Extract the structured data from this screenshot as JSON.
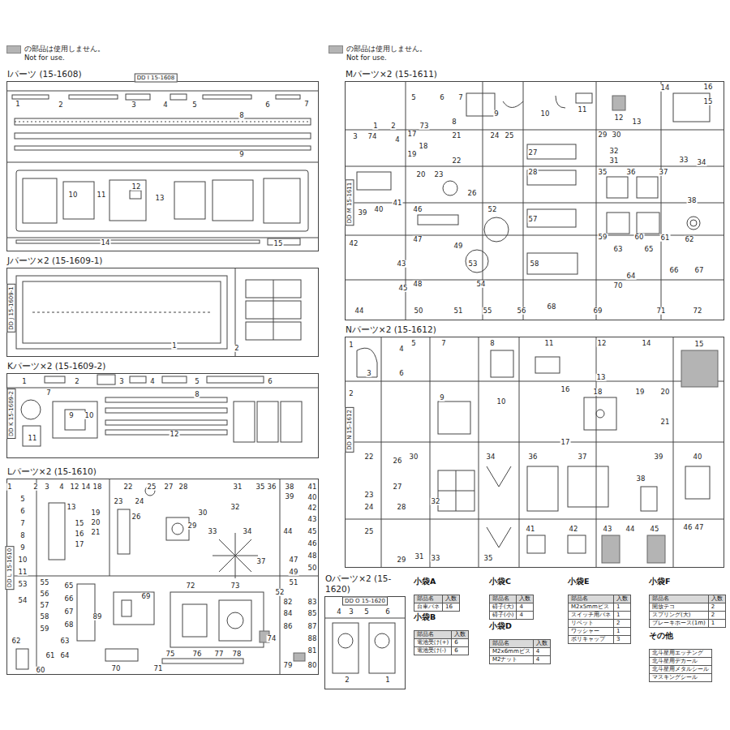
{
  "diagram": {
    "nodes": [
      {
        "text": [
          "Iパーツ (15-1608)"
        ]
      },
      {
        "text": [
          "Jパーツ×2 (15-1609-1)"
        ]
      },
      {
        "text": [
          "Kパーツ×2 (15-1609-2)"
        ]
      },
      {
        "text": [
          "Lパーツ×2 (15-1610)"
        ]
      },
      {
        "text": [
          "Mパーツ×2 (15-1611)"
        ]
      },
      {
        "text": [
          "Nパーツ×2 (15-1612)"
        ]
      },
      {
        "text": [
          "Oパーツ×2 (15-1620)"
        ]
      },
      {
        "text": [
          "小袋A",
          "部品名",
          "入数",
          "台車バネ",
          "16"
        ]
      },
      {
        "text": [
          "小袋B",
          "部品名",
          "入数",
          "電池受け(+)",
          "6",
          "電池受け(-)",
          "6"
        ]
      },
      {
        "text": [
          "小袋C",
          "部品名",
          "入数",
          "碍子(大)",
          "4",
          "碍子(小)",
          "4"
        ]
      },
      {
        "text": [
          "小袋D",
          "部品名",
          "入数",
          "M2x6mmビス",
          "4",
          "M2ナット",
          "4"
        ]
      },
      {
        "text": [
          "小袋E",
          "部品名",
          "入数",
          "M2x5mmビス",
          "1",
          "スイッチ用バネ",
          "1",
          "リベット",
          "2",
          "ワッシャー",
          "1",
          "ポリキャップ",
          "3"
        ]
      },
      {
        "text": [
          "小袋F",
          "部品名",
          "入数",
          "開放テコ",
          "2",
          "スプリング(大)",
          "2",
          "ブレーキホース(1m)",
          "1"
        ]
      },
      {
        "text": [
          "その他",
          "北斗星用エッチング",
          "北斗星用デカール",
          "北斗星用メタルシール",
          "マスキングシール"
        ]
      }
    ],
    "labels": [
      "DD I 15-1608",
      "1",
      "2",
      "3",
      "4",
      "5",
      "6",
      "7",
      "8",
      "9",
      "10",
      "11",
      "12",
      "13",
      "14",
      "15",
      "DD J 15-1609-1",
      "1",
      "2",
      "DD K 15-1609-2",
      "1",
      "2",
      "3",
      "4",
      "5",
      "6",
      "7",
      "8",
      "9",
      "10",
      "11",
      "12",
      "DD L 15-1610",
      "1",
      "2",
      "3",
      "4",
      "5",
      "6",
      "7",
      "8",
      "9",
      "10",
      "11",
      "12",
      "13",
      "14",
      "15",
      "16",
      "17",
      "18",
      "19",
      "20",
      "21",
      "22",
      "23",
      "24",
      "25",
      "26",
      "27",
      "28",
      "29",
      "30",
      "31",
      "32",
      "33",
      "34",
      "35",
      "36",
      "37",
      "38",
      "39",
      "40",
      "41",
      "42",
      "43",
      "44",
      "45",
      "46",
      "47",
      "48",
      "49",
      "50",
      "51",
      "52",
      "53",
      "54",
      "55",
      "56",
      "57",
      "58",
      "59",
      "60",
      "61",
      "62",
      "63",
      "64",
      "65",
      "66",
      "67",
      "68",
      "69",
      "70",
      "71",
      "72",
      "73",
      "74",
      "75",
      "76",
      "77",
      "78",
      "79",
      "80",
      "81",
      "82",
      "83",
      "84",
      "85",
      "86",
      "87",
      "88",
      "89",
      "DD M 15-1611",
      "1",
      "2",
      "3",
      "4",
      "5",
      "6",
      "7",
      "8",
      "9",
      "10",
      "11",
      "12",
      "13",
      "14",
      "15",
      "16",
      "17",
      "18",
      "19",
      "20",
      "21",
      "22",
      "23",
      "24",
      "25",
      "26",
      "27",
      "28",
      "29",
      "30",
      "31",
      "32",
      "33",
      "34",
      "35",
      "36",
      "37",
      "38",
      "39",
      "40",
      "41",
      "42",
      "43",
      "44",
      "45",
      "46",
      "47",
      "48",
      "49",
      "50",
      "51",
      "52",
      "53",
      "54",
      "55",
      "56",
      "57",
      "58",
      "59",
      "60",
      "61",
      "62",
      "63",
      "64",
      "65",
      "66",
      "67",
      "68",
      "69",
      "70",
      "71",
      "72",
      "73",
      "74",
      "DD N 15-1612",
      "1",
      "2",
      "3",
      "4",
      "5",
      "6",
      "7",
      "8",
      "9",
      "10",
      "11",
      "12",
      "13",
      "14",
      "15",
      "16",
      "17",
      "18",
      "19",
      "20",
      "21",
      "22",
      "23",
      "24",
      "25",
      "26",
      "27",
      "28",
      "29",
      "30",
      "31",
      "32",
      "33",
      "34",
      "35",
      "36",
      "37",
      "38",
      "39",
      "40",
      "41",
      "42",
      "43",
      "44",
      "45",
      "46",
      "47",
      "DD O 15-1620",
      "1",
      "2",
      "3",
      "4",
      "5",
      "6"
    ],
    "legend": [
      {
        "text": "の部品は使用しません。 Not for use.",
        "color": "#b4b4b4"
      },
      {
        "text": "の部品は使用しません。 Not for use.",
        "color": "#b4b4b4"
      }
    ]
  }
}
